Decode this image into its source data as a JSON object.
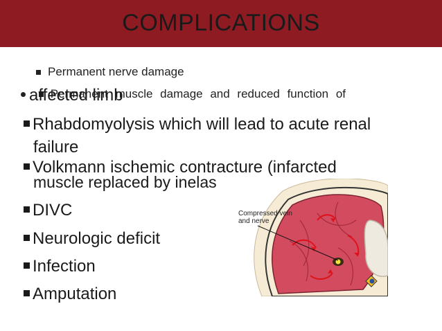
{
  "header": {
    "title": "COMPLICATIONS"
  },
  "small_items": [
    "Permanent nerve damage",
    "Permanent muscle damage and reduced function of"
  ],
  "overlap_text": "affected limb",
  "items": [
    {
      "line1": "Rhabdomyolysis which will lead to acute renal",
      "line2": "failure"
    },
    {
      "line1": "Volkmann ischemic contracture (infarcted",
      "line2": "muscle replaced by inelas"
    },
    {
      "line1": "DIVC"
    },
    {
      "line1": "Neurologic deficit"
    },
    {
      "line1": "Infection"
    },
    {
      "line1": "Amputation"
    }
  ],
  "figure": {
    "label_line1": "Compressed vein",
    "label_line2": "and nerve"
  },
  "colors": {
    "header": "#8e1a22",
    "muscle": "#d34b5e",
    "bone": "#f1e6c9"
  }
}
